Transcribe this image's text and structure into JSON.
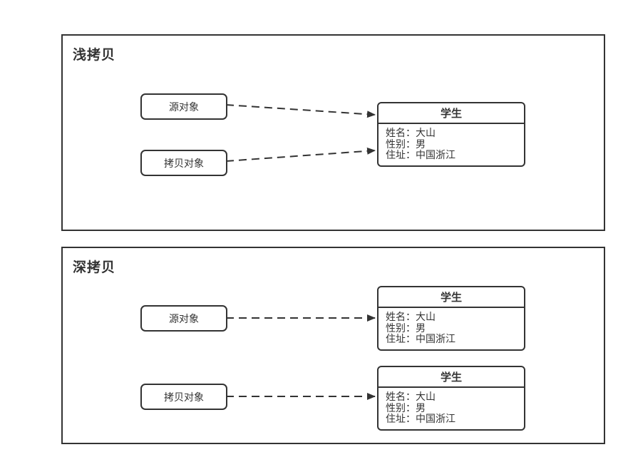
{
  "colors": {
    "line": "#333333",
    "text": "#333333",
    "background": "#ffffff"
  },
  "panels": [
    {
      "title": "浅拷贝",
      "source_label": "源对象",
      "copy_label": "拷贝对象",
      "students": [
        {
          "title": "学生",
          "fields": [
            "姓名：大山",
            "性别：男",
            "住址：中国浙江"
          ]
        }
      ]
    },
    {
      "title": "深拷贝",
      "source_label": "源对象",
      "copy_label": "拷贝对象",
      "students": [
        {
          "title": "学生",
          "fields": [
            "姓名：大山",
            "性别：男",
            "住址：中国浙江"
          ]
        },
        {
          "title": "学生",
          "fields": [
            "姓名：大山",
            "性别：男",
            "住址：中国浙江"
          ]
        }
      ]
    }
  ]
}
